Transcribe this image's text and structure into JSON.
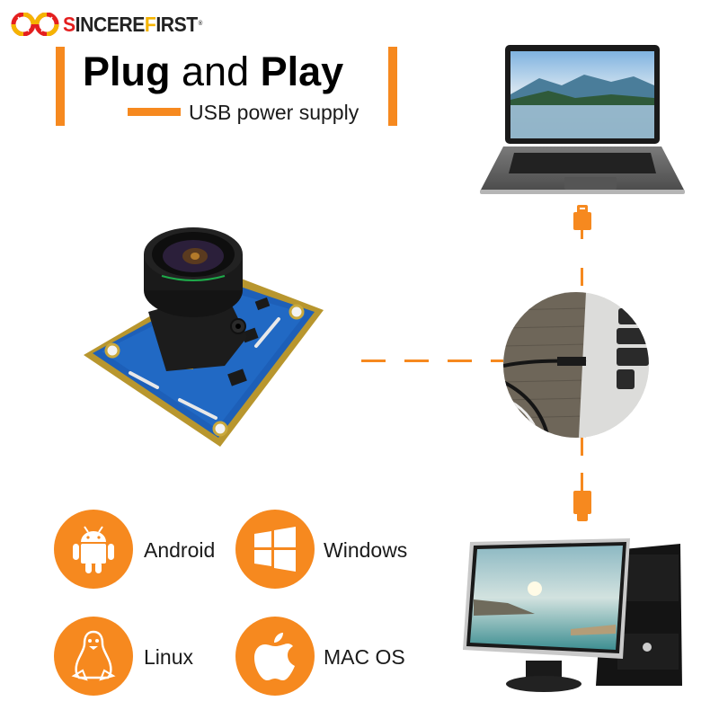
{
  "brand": {
    "logo_parts": [
      "S",
      "INCERE",
      "F",
      "IRST"
    ],
    "registered_mark": "®",
    "colors": {
      "red": "#e41f1f",
      "gold": "#f5b400",
      "dark": "#222222"
    }
  },
  "header": {
    "title_bold_1": "Plug",
    "title_middle": "and",
    "title_bold_2": "Play",
    "subtitle": "USB power supply"
  },
  "accent_color": "#f6891f",
  "product": {
    "icon": "usb-camera-module-icon"
  },
  "devices": [
    {
      "name": "laptop",
      "icon": "laptop-icon"
    },
    {
      "name": "usb-cable-connection",
      "icon": "usb-cable-photo-icon"
    },
    {
      "name": "desktop-computer",
      "icon": "desktop-pc-icon"
    }
  ],
  "os_support": [
    {
      "label": "Android",
      "icon": "android-icon"
    },
    {
      "label": "Windows",
      "icon": "windows-icon"
    },
    {
      "label": "Linux",
      "icon": "linux-tux-icon"
    },
    {
      "label": "MAC OS",
      "icon": "apple-icon"
    }
  ]
}
